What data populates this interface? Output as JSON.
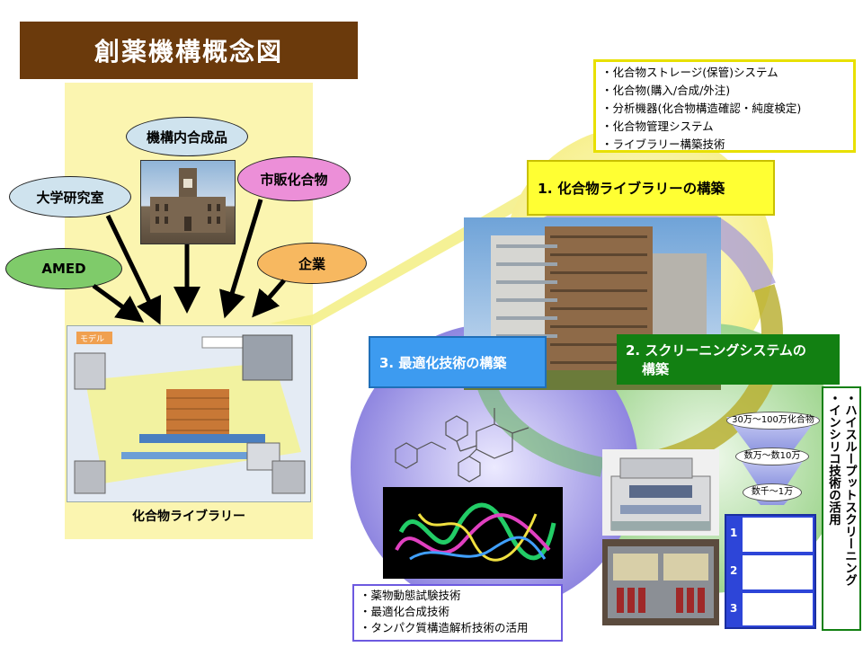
{
  "title": "創薬機構概念図",
  "sources": {
    "in_house": "機構内合成品",
    "university": "大学研究室",
    "commercial": "市販化合物",
    "amed": "AMED",
    "company": "企業"
  },
  "library_label": "化合物ライブラリー",
  "library_image_tag": "モデル",
  "step1": {
    "label": "1. 化合物ライブラリーの構築",
    "items": [
      "・化合物ストレージ(保管)システム",
      "・化合物(購入/合成/外注)",
      "・分析機器(化合物構造確認・純度検定)",
      "・化合物管理システム",
      "・ライブラリー構築技術"
    ]
  },
  "step2": {
    "label_line1": "2. スクリーニングシステムの",
    "label_line2": "構築"
  },
  "step3": {
    "label": "3.  最適化技術の構築",
    "items": [
      "・薬物動態試験技術",
      "・最適化合成技術",
      "・タンパク質構造解析技術の活用"
    ]
  },
  "funnel": {
    "level1": "30万～100万化合物",
    "level2": "数万～数10万",
    "level3": "数千～1万",
    "hits": [
      "1",
      "2",
      "3"
    ]
  },
  "screening_methods": [
    "・ハイスループットスクリーニング",
    "・インシリコ技術の活用"
  ]
}
